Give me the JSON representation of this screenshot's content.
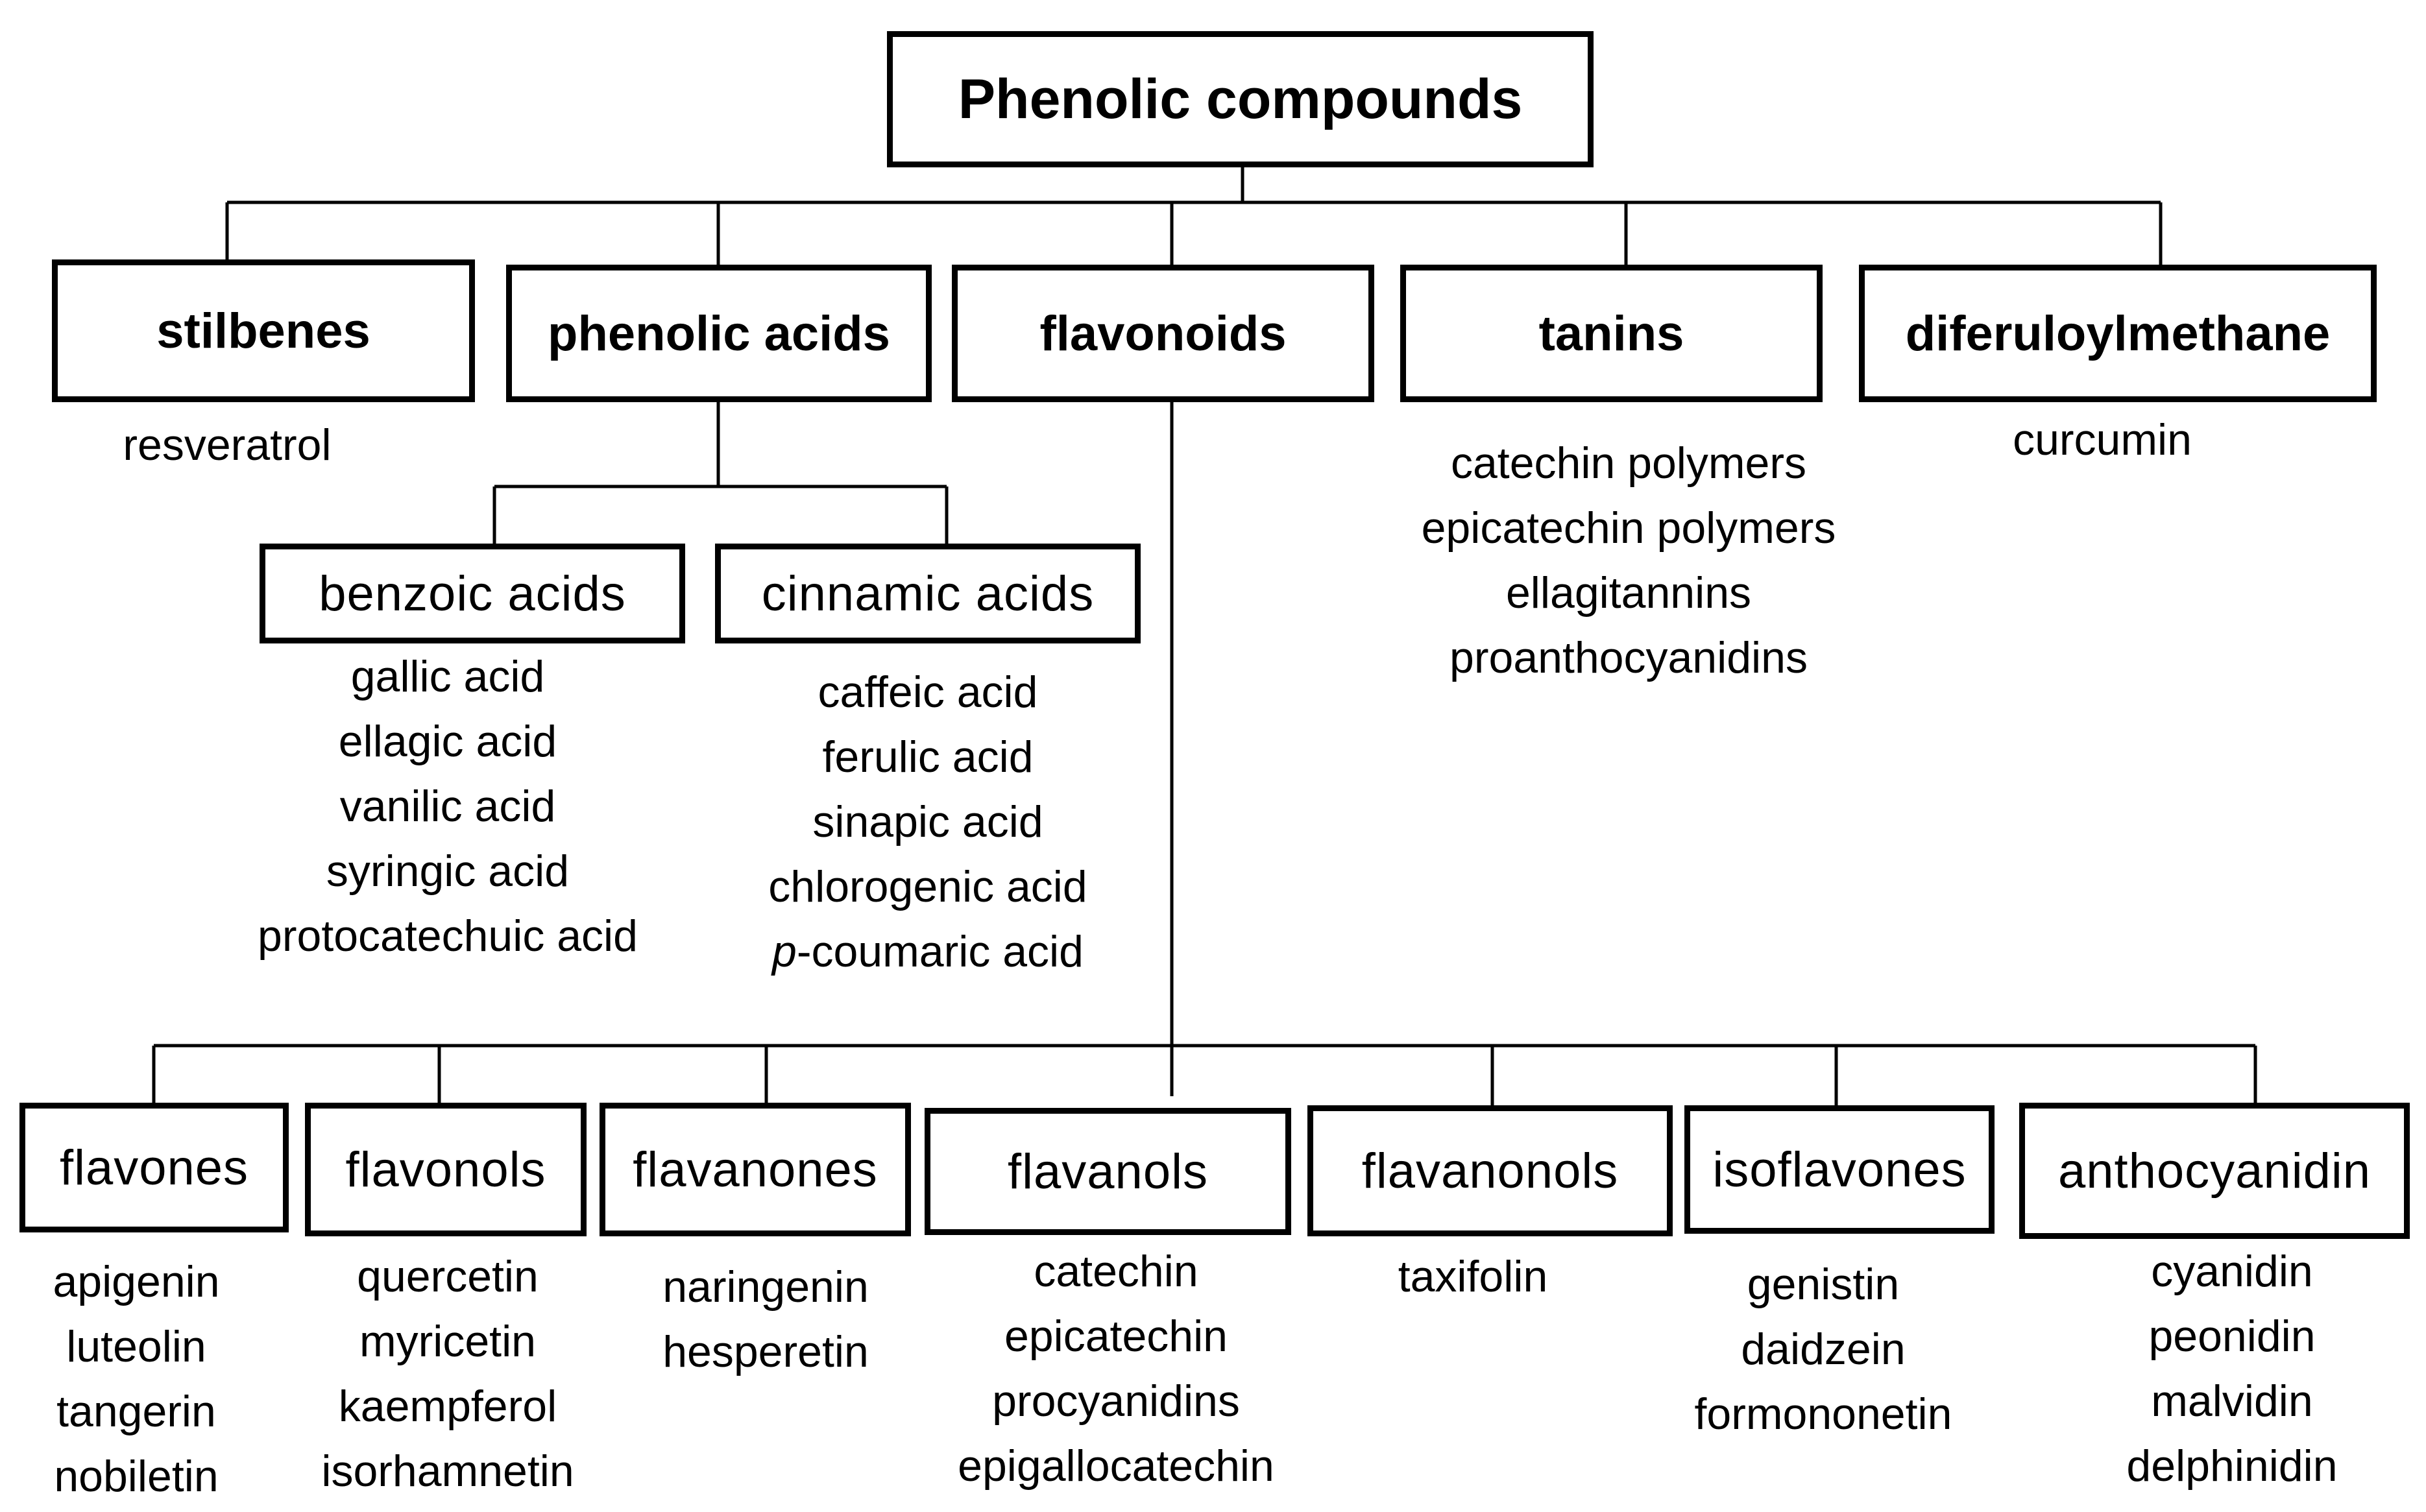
{
  "root": {
    "label": "Phenolic compounds"
  },
  "classes": [
    {
      "key": "stilbenes",
      "label": "stilbenes",
      "examples": [
        "resveratrol"
      ]
    },
    {
      "key": "phenolic_acids",
      "label": "phenolic acids"
    },
    {
      "key": "flavonoids",
      "label": "flavonoids"
    },
    {
      "key": "tanins",
      "label": "tanins",
      "examples": [
        "catechin polymers",
        "epicatechin polymers",
        "ellagitannins",
        "proanthocyanidins"
      ]
    },
    {
      "key": "diferuloylmethane",
      "label": "diferuloylmethane",
      "examples": [
        "curcumin"
      ]
    }
  ],
  "phenolic_acids": [
    {
      "label": "benzoic acids",
      "examples": [
        "gallic acid",
        "ellagic acid",
        "vanilic acid",
        "syringic acid",
        "protocatechuic acid"
      ]
    },
    {
      "label": "cinnamic acids",
      "examples": [
        "caffeic acid",
        "ferulic acid",
        "sinapic acid",
        "chlorogenic acid"
      ],
      "last_prefix": "p",
      "last_rest": "-coumaric acid"
    }
  ],
  "flavonoids": [
    {
      "label": "flavones",
      "examples": [
        "apigenin",
        "luteolin",
        "tangerin",
        "nobiletin"
      ]
    },
    {
      "label": "flavonols",
      "examples": [
        "quercetin",
        "myricetin",
        "kaempferol",
        "isorhamnetin"
      ]
    },
    {
      "label": "flavanones",
      "examples": [
        "naringenin",
        "hesperetin"
      ]
    },
    {
      "label": "flavanols",
      "examples": [
        "catechin",
        "epicatechin",
        "procyanidins",
        "epigallocatechin"
      ]
    },
    {
      "label": "flavanonols",
      "examples": [
        "taxifolin"
      ]
    },
    {
      "label": "isoflavones",
      "examples": [
        "genistin",
        "daidzein",
        "formononetin"
      ]
    },
    {
      "label": "anthocyanidin",
      "examples": [
        "cyanidin",
        "peonidin",
        "malvidin",
        "delphinidin"
      ]
    }
  ]
}
